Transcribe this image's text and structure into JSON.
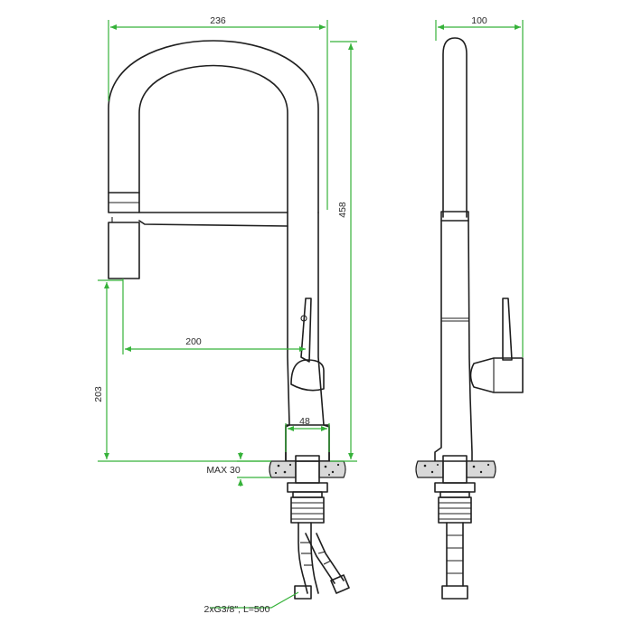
{
  "dimensions": {
    "total_width": "236",
    "side_width": "100",
    "height": "458",
    "spout_reach": "200",
    "spout_height": "203",
    "base_diameter": "48",
    "max_thickness": "MAX 30",
    "hoses": "2xG3/8\", L=500"
  },
  "colors": {
    "dimension_lines": "#36b23a",
    "outline": "#1f1f1f",
    "background": "#ffffff"
  }
}
